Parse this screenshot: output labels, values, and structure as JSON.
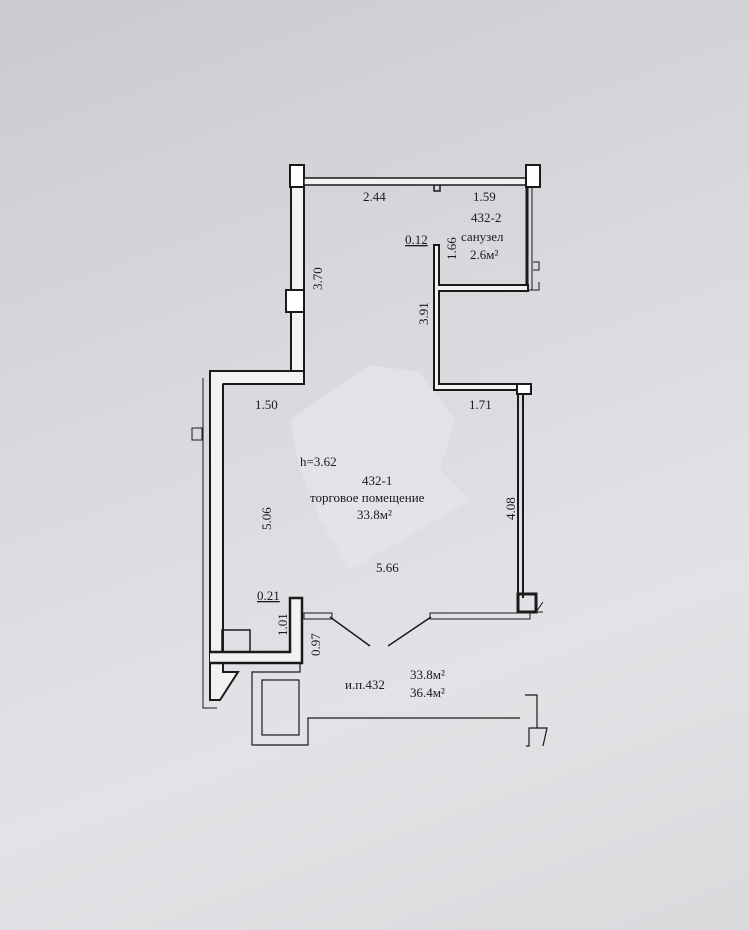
{
  "plan": {
    "dimensions": {
      "top_left": "2.44",
      "top_right": "1.59",
      "left_upper": "3.70",
      "partition_small": "0.12",
      "bath_depth": "1.66",
      "partition_vertical": "3.91",
      "step_left": "1.50",
      "step_right": "1.71",
      "left_main": "5.06",
      "right_main": "4.08",
      "width_main": "5.66",
      "bottom_small": "0.21",
      "bottom_vertical": "1.01",
      "bottom_gap": "0.97"
    },
    "rooms": [
      {
        "id": "432-2",
        "name": "санузел",
        "area": "2.6м²"
      },
      {
        "id": "432-1",
        "name": "торговое помещение",
        "area": "33.8м²",
        "height": "h=3.62"
      }
    ],
    "summary": {
      "unit": "и.п.432",
      "area_1": "33.8м²",
      "area_2": "36.4м²"
    },
    "colors": {
      "wall": "#1a1a1a",
      "watermark": "#e6e7ea"
    }
  }
}
